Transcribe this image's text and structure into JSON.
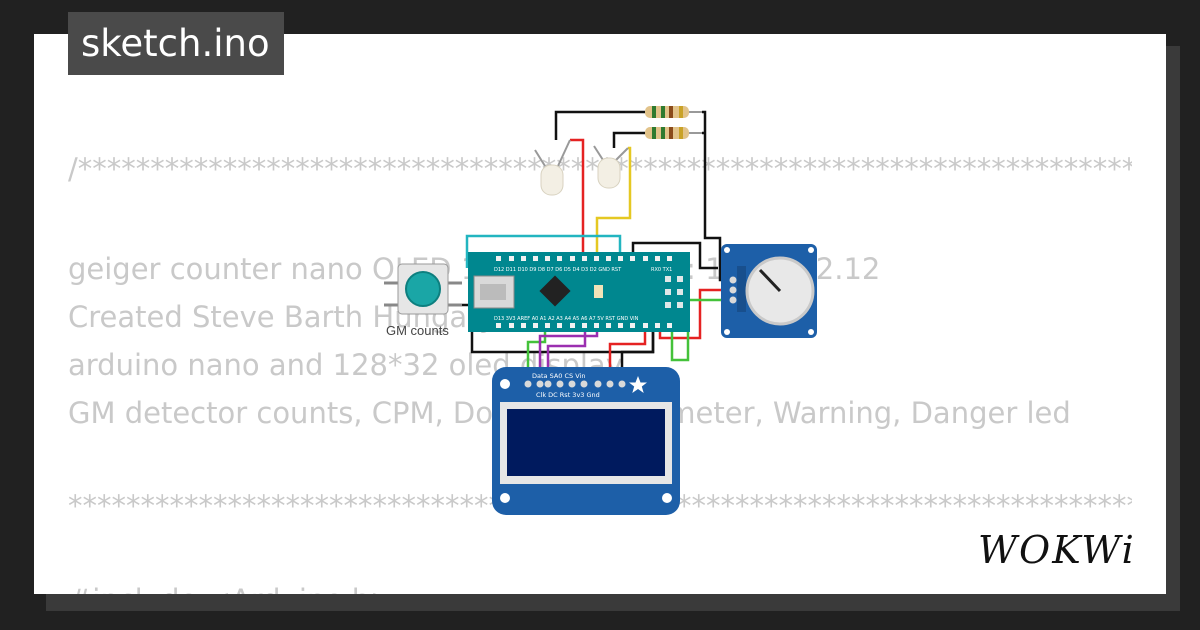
{
  "tab": {
    "title": "sketch.ino"
  },
  "code_lines": [
    "/*****************************************************************************",
    "",
    "geiger counter nano OLED 128x32 Version: 1.0 2022.12",
    "Created Steve Barth Hungary",
    "arduino nano and 128*32 oled display",
    "GM detector counts, CPM, Dose rate, Voltmeter, Warning, Danger led",
    "",
    "*****************************************************************************",
    "",
    "#include <Arduino.h>"
  ],
  "diagram": {
    "button_label": "GM counts",
    "nano_labels": {
      "top_pins": "D12 D11 D10 D9 D8 D7 D6 D5 D4 D3 D2 GND RST",
      "bottom_pins": "D13 3V3 AREF A0 A1 A2 A3 A4 A5 A6 A7 5V RST GND VIN",
      "rx_tx": "RX0 TX1"
    },
    "oled_labels": {
      "top": "Data  SA0  CS  Vin",
      "bottom": "Clk  DC  Rst  3v3  Gnd"
    }
  },
  "brand": {
    "logo": "WOKWi"
  },
  "colors": {
    "background": "#212121",
    "card": "#ffffff",
    "code_text": "#c9c9c9",
    "tab": "#4a4a4a",
    "arduino": "#00878f",
    "module_blue": "#1d5fa8"
  }
}
